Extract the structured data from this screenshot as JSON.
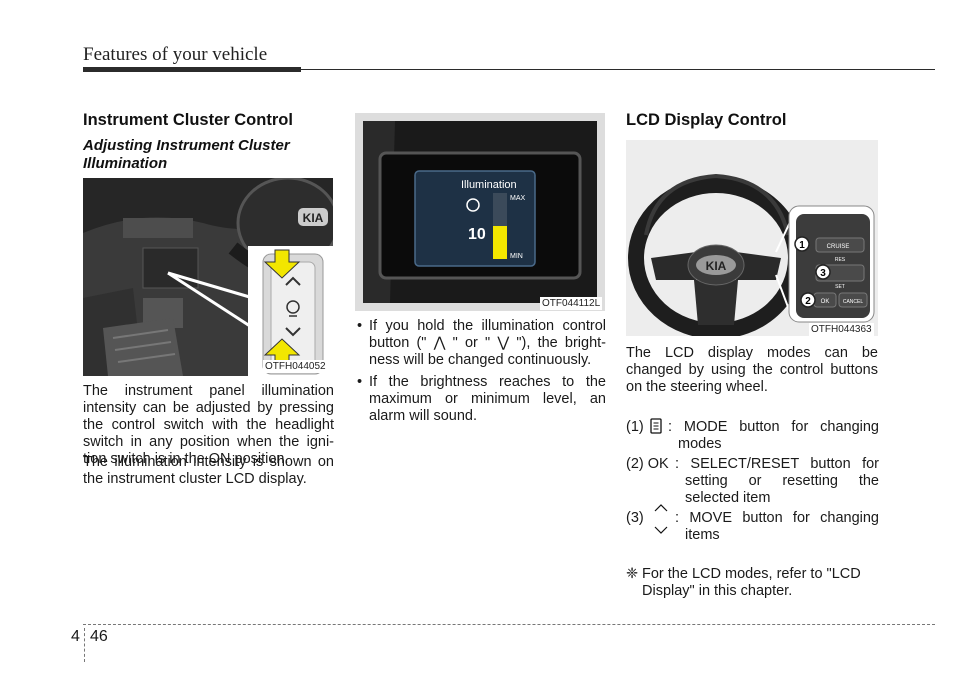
{
  "header": {
    "title": "Features of your vehicle"
  },
  "left": {
    "heading": "Instrument Cluster Control",
    "subheading": "Adjusting Instrument Cluster Illumination",
    "figure_code": "OTFH044052",
    "para1": "The instrument panel illumination intensity can be adjusted by pressing the control switch with the headlight switch in any position when the igni-tion switch is in the ON position.",
    "para2": "The illumination intensity is shown on the instrument cluster LCD display."
  },
  "middle": {
    "figure_code": "OTF044112L",
    "lcd_title": "Illumination",
    "lcd_value": "10",
    "lcd_max": "MAX",
    "lcd_min": "MIN",
    "level_fraction": 0.5,
    "bullet1": "If you hold the illumination control button (\" ⋀ \" or \" ⋁ \"), the bright-ness will be changed continuously.",
    "bullet2": "If the brightness reaches to the maximum or minimum level, an alarm will sound."
  },
  "right": {
    "heading": "LCD Display Control",
    "figure_code": "OTFH044363",
    "wheel_logo": "KIA",
    "btn_cruise": "CRUISE",
    "btn_res": "RES",
    "btn_set": "SET",
    "btn_ok": "OK",
    "btn_cancel": "CANCEL",
    "callout1": "1",
    "callout2": "2",
    "callout3": "3",
    "intro": "The LCD display modes can be changed by using the control buttons on the steering wheel.",
    "item1_num": "(1)",
    "item1_text": ": MODE button for changing",
    "item1_cont": "modes",
    "item2_num": "(2) OK",
    "item2_text": ": SELECT/RESET button for",
    "item2_cont1": "setting or resetting the",
    "item2_cont2": "selected item",
    "item3_num": "(3)",
    "item3_text": ": MOVE button for changing",
    "item3_cont": "items",
    "note_symbol": "❈",
    "note_text": "For the LCD modes, refer to \"LCD Display\" in this chapter."
  },
  "footer": {
    "section": "4",
    "page": "46"
  }
}
